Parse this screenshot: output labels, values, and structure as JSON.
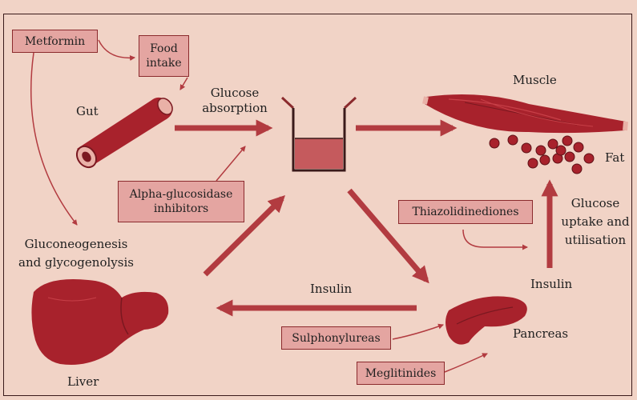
{
  "colors": {
    "background": "#f1d3c6",
    "arrow": "#b23b40",
    "drug_box_fill": "#e4a5a1",
    "drug_box_border": "#8b2a2d",
    "organ": "#a8222c",
    "frame": "#3a1a1a"
  },
  "drugs": {
    "metformin": "Metformin",
    "food_intake_line1": "Food",
    "food_intake_line2": "intake",
    "alpha_line1": "Alpha-glucosidase",
    "alpha_line2": "inhibitors",
    "thiazolidinediones": "Thiazolidinediones",
    "sulphonylureas": "Sulphonylureas",
    "meglitinides": "Meglitinides"
  },
  "labels": {
    "gut": "Gut",
    "glucose_absorption_line1": "Glucose",
    "glucose_absorption_line2": "absorption",
    "muscle": "Muscle",
    "fat": "Fat",
    "gluconeogenesis_line1": "Gluconeogenesis",
    "gluconeogenesis_line2": "and glycogenolysis",
    "glucose_uptake_line1": "Glucose",
    "glucose_uptake_line2": "uptake and",
    "glucose_uptake_line3": "utilisation",
    "insulin_top": "Insulin",
    "insulin_right": "Insulin",
    "pancreas": "Pancreas",
    "liver": "Liver"
  },
  "icons": {
    "gut": "gut-icon",
    "glucose_pool": "glucose-pool-icon",
    "muscle": "muscle-icon",
    "fat": "fat-cells-icon",
    "liver": "liver-icon",
    "pancreas": "pancreas-icon"
  }
}
